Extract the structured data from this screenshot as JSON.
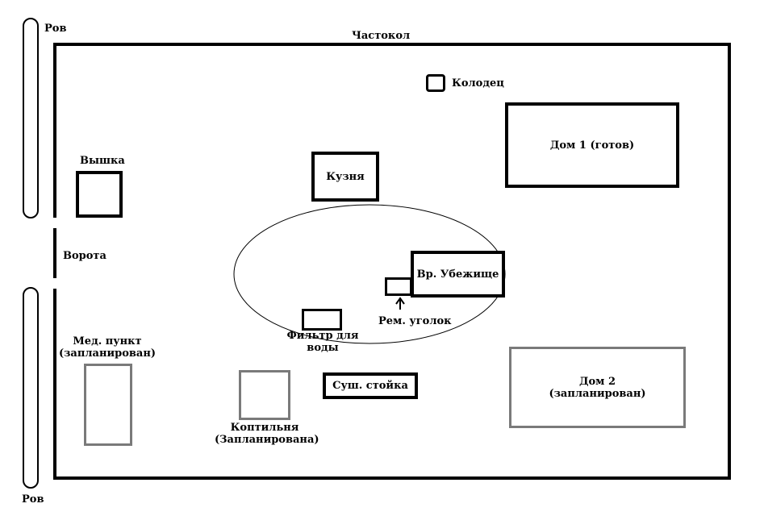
{
  "labels": {
    "moat_top": "Ров",
    "moat_bottom": "Ров",
    "palisade": "Частокол",
    "gate": "Ворота",
    "well": "Колодец",
    "house1": "Дом 1 (готов)",
    "watchtower": "Вышка",
    "forge": "Кузня",
    "shelter": "Вр. Убежище",
    "repair_corner": "Рем. уголок",
    "water_filter_line1": "Фильтр для",
    "water_filter_line2": "воды",
    "medical_line1": "Мед. пункт",
    "medical_line2": "(запланирован)",
    "drying_rack": "Суш. стойка",
    "smokehouse_line1": "Коптильня",
    "smokehouse_line2": "(Запланирована)",
    "house2_line1": "Дом 2",
    "house2_line2": "(запланирован)"
  },
  "colors": {
    "ink": "#000000",
    "planned_border": "#7a7a7a",
    "background": "#ffffff"
  }
}
